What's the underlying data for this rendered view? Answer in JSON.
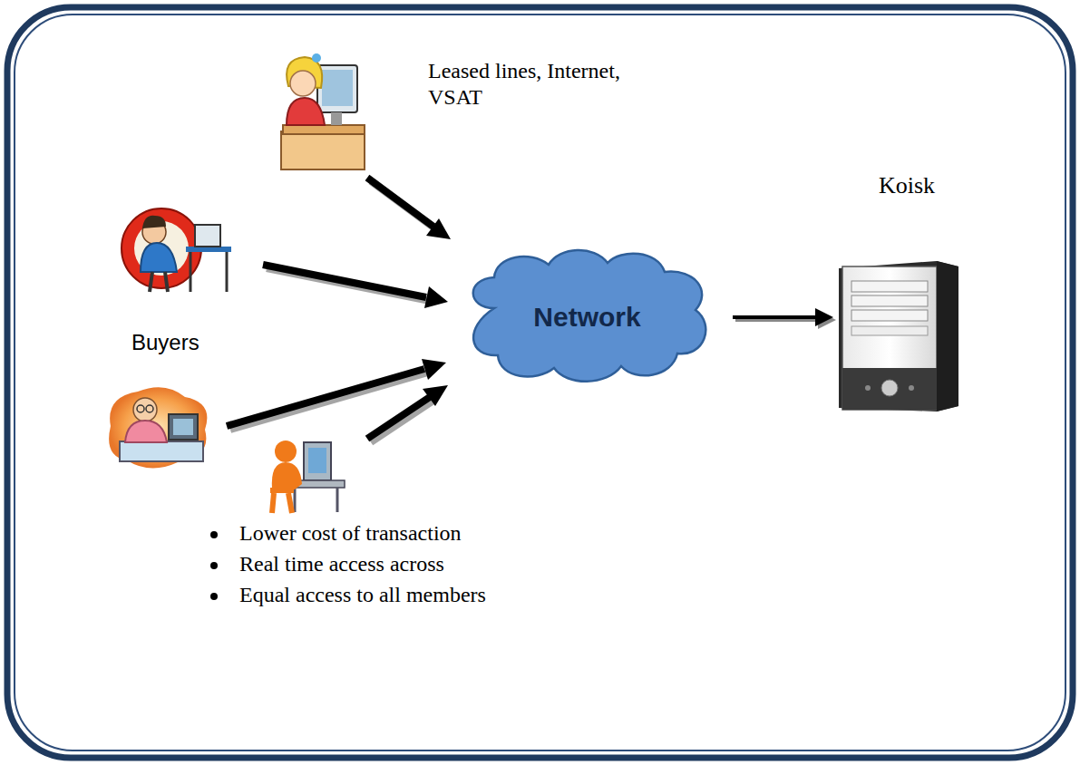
{
  "diagram": {
    "nodes": [
      {
        "text": [
          "Network"
        ]
      },
      {
        "text": [
          "Koisk"
        ]
      }
    ],
    "edges": [
      {
        "from": 0,
        "to": 1,
        "arrow": "to"
      }
    ],
    "labels": [
      "Leased lines, Internet, VSAT",
      "Buyers",
      "Lower cost of transaction",
      "Real time access across",
      "Equal access to all members"
    ]
  }
}
